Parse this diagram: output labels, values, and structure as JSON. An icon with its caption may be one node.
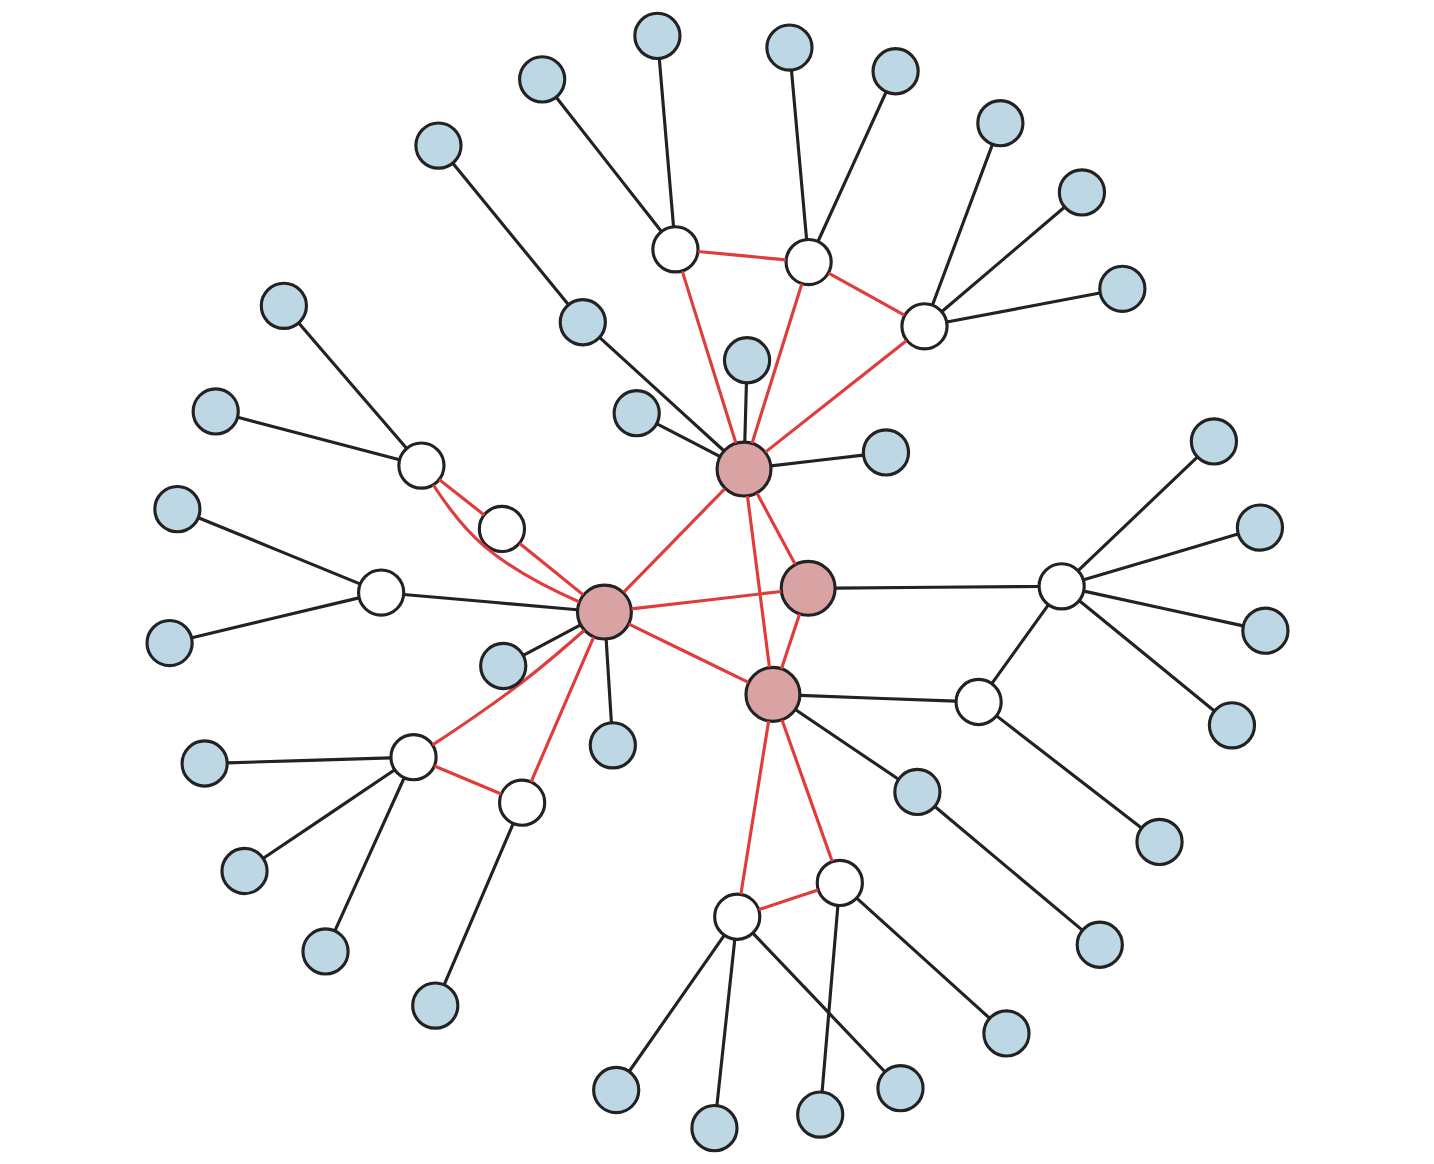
{
  "diagram": {
    "nodes": [
      {
        "text": [],
        "shape": "circle"
      },
      {
        "text": [],
        "shape": "circle"
      },
      {
        "text": [],
        "shape": "circle"
      },
      {
        "text": [],
        "shape": "circle"
      },
      {
        "text": [],
        "shape": "circle"
      },
      {
        "text": [],
        "shape": "circle"
      },
      {
        "text": [],
        "shape": "circle"
      },
      {
        "text": [],
        "shape": "circle"
      },
      {
        "text": [],
        "shape": "circle"
      },
      {
        "text": [],
        "shape": "circle"
      },
      {
        "text": [],
        "shape": "circle"
      },
      {
        "text": [],
        "shape": "circle"
      },
      {
        "text": [],
        "shape": "circle"
      },
      {
        "text": [],
        "shape": "circle"
      },
      {
        "text": [],
        "shape": "circle"
      },
      {
        "text": [],
        "shape": "circle"
      },
      {
        "text": [],
        "shape": "circle"
      },
      {
        "text": [],
        "shape": "circle"
      },
      {
        "text": [],
        "shape": "circle"
      },
      {
        "text": [],
        "shape": "circle"
      },
      {
        "text": [],
        "shape": "circle"
      },
      {
        "text": [],
        "shape": "circle"
      },
      {
        "text": [],
        "shape": "circle"
      },
      {
        "text": [],
        "shape": "circle"
      },
      {
        "text": [],
        "shape": "circle"
      },
      {
        "text": [],
        "shape": "circle"
      },
      {
        "text": [],
        "shape": "circle"
      },
      {
        "text": [],
        "shape": "circle"
      },
      {
        "text": [],
        "shape": "circle"
      },
      {
        "text": [],
        "shape": "circle"
      },
      {
        "text": [],
        "shape": "circle"
      },
      {
        "text": [],
        "shape": "circle"
      },
      {
        "text": [],
        "shape": "circle"
      },
      {
        "text": [],
        "shape": "circle"
      },
      {
        "text": [],
        "shape": "circle"
      },
      {
        "text": [],
        "shape": "circle"
      },
      {
        "text": [],
        "shape": "circle"
      },
      {
        "text": [],
        "shape": "circle"
      },
      {
        "text": [],
        "shape": "circle"
      },
      {
        "text": [],
        "shape": "circle"
      },
      {
        "text": [],
        "shape": "circle"
      },
      {
        "text": [],
        "shape": "circle"
      },
      {
        "text": [],
        "shape": "circle"
      },
      {
        "text": [],
        "shape": "circle"
      },
      {
        "text": [],
        "shape": "circle"
      },
      {
        "text": [],
        "shape": "circle"
      },
      {
        "text": [],
        "shape": "circle"
      },
      {
        "text": [],
        "shape": "circle"
      },
      {
        "text": [],
        "shape": "circle"
      },
      {
        "text": [],
        "shape": "circle"
      }
    ],
    "edges": [
      {
        "from": 1,
        "to": 9,
        "arrow": "none"
      },
      {
        "from": 0,
        "to": 9,
        "arrow": "none"
      },
      {
        "from": 3,
        "to": 14,
        "arrow": "none"
      },
      {
        "from": 2,
        "to": 14,
        "arrow": "none"
      },
      {
        "from": 5,
        "to": 14,
        "arrow": "none"
      },
      {
        "from": 9,
        "to": 22,
        "arrow": "none",
        "color": "#e03c3c"
      },
      {
        "from": 9,
        "to": 14,
        "arrow": "none",
        "color": "#e03c3c"
      },
      {
        "from": 14,
        "to": 22,
        "arrow": "none",
        "color": "#e03c3c"
      },
      {
        "from": 6,
        "to": 17,
        "arrow": "none"
      },
      {
        "from": 11,
        "to": 17,
        "arrow": "none"
      },
      {
        "from": 12,
        "to": 17,
        "arrow": "none"
      },
      {
        "from": 20,
        "to": 17,
        "arrow": "none"
      },
      {
        "from": 10,
        "to": 16,
        "arrow": "none"
      },
      {
        "from": 16,
        "to": 17,
        "arrow": "none"
      },
      {
        "from": 22,
        "to": 16,
        "arrow": "none"
      },
      {
        "from": 24,
        "to": 17,
        "arrow": "none"
      },
      {
        "from": 7,
        "to": 19,
        "arrow": "none"
      },
      {
        "from": 8,
        "to": 19,
        "arrow": "none"
      },
      {
        "from": 19,
        "to": 26,
        "arrow": "none"
      },
      {
        "from": 4,
        "to": 13,
        "arrow": "none"
      },
      {
        "from": 13,
        "to": 22,
        "arrow": "none"
      },
      {
        "from": 15,
        "to": 21,
        "arrow": "none"
      },
      {
        "from": 18,
        "to": 21,
        "arrow": "none"
      },
      {
        "from": 21,
        "to": 26,
        "arrow": "none",
        "color": "#e03c3c"
      },
      {
        "from": 21,
        "to": 25,
        "arrow": "none",
        "color": "#e03c3c"
      },
      {
        "from": 25,
        "to": 26,
        "arrow": "none",
        "color": "#e03c3c"
      },
      {
        "from": 29,
        "to": 26,
        "arrow": "none"
      },
      {
        "from": 35,
        "to": 26,
        "arrow": "none"
      },
      {
        "from": 26,
        "to": 22,
        "arrow": "none",
        "color": "#e03c3c"
      },
      {
        "from": 26,
        "to": 24,
        "arrow": "none",
        "color": "#e03c3c"
      },
      {
        "from": 26,
        "to": 31,
        "arrow": "none",
        "color": "#e03c3c"
      },
      {
        "from": 22,
        "to": 24,
        "arrow": "none",
        "color": "#e03c3c"
      },
      {
        "from": 22,
        "to": 31,
        "arrow": "none",
        "color": "#e03c3c"
      },
      {
        "from": 24,
        "to": 31,
        "arrow": "none",
        "color": "#e03c3c"
      },
      {
        "from": 26,
        "to": 32,
        "arrow": "none",
        "color": "#e03c3c"
      },
      {
        "from": 26,
        "to": 37,
        "arrow": "none",
        "color": "#e03c3c"
      },
      {
        "from": 32,
        "to": 37,
        "arrow": "none",
        "color": "#e03c3c"
      },
      {
        "from": 36,
        "to": 32,
        "arrow": "none"
      },
      {
        "from": 37,
        "to": 41,
        "arrow": "none"
      },
      {
        "from": 37,
        "to": 44,
        "arrow": "none"
      },
      {
        "from": 37,
        "to": 45,
        "arrow": "none"
      },
      {
        "from": 23,
        "to": 27,
        "arrow": "none"
      },
      {
        "from": 27,
        "to": 31,
        "arrow": "none"
      },
      {
        "from": 31,
        "to": 34,
        "arrow": "none"
      },
      {
        "from": 31,
        "to": 39,
        "arrow": "none"
      },
      {
        "from": 31,
        "to": 47,
        "arrow": "none"
      },
      {
        "from": 31,
        "to": 30,
        "arrow": "none",
        "color": "#e03c3c"
      },
      {
        "from": 31,
        "to": 38,
        "arrow": "none",
        "color": "#e03c3c"
      },
      {
        "from": 31,
        "to": 42,
        "arrow": "none",
        "color": "#e03c3c"
      },
      {
        "from": 30,
        "to": 38,
        "arrow": "none",
        "color": "#e03c3c"
      },
      {
        "from": 38,
        "to": 42,
        "arrow": "none",
        "color": "#e03c3c"
      },
      {
        "from": 30,
        "to": 28,
        "arrow": "none"
      },
      {
        "from": 30,
        "to": 33,
        "arrow": "none"
      },
      {
        "from": 30,
        "to": 40,
        "arrow": "none"
      },
      {
        "from": 38,
        "to": 43,
        "arrow": "none"
      },
      {
        "from": 38,
        "to": 48,
        "arrow": "none"
      },
      {
        "from": 42,
        "to": 49,
        "arrow": "none"
      },
      {
        "from": 42,
        "to": 46,
        "arrow": "none"
      }
    ]
  }
}
